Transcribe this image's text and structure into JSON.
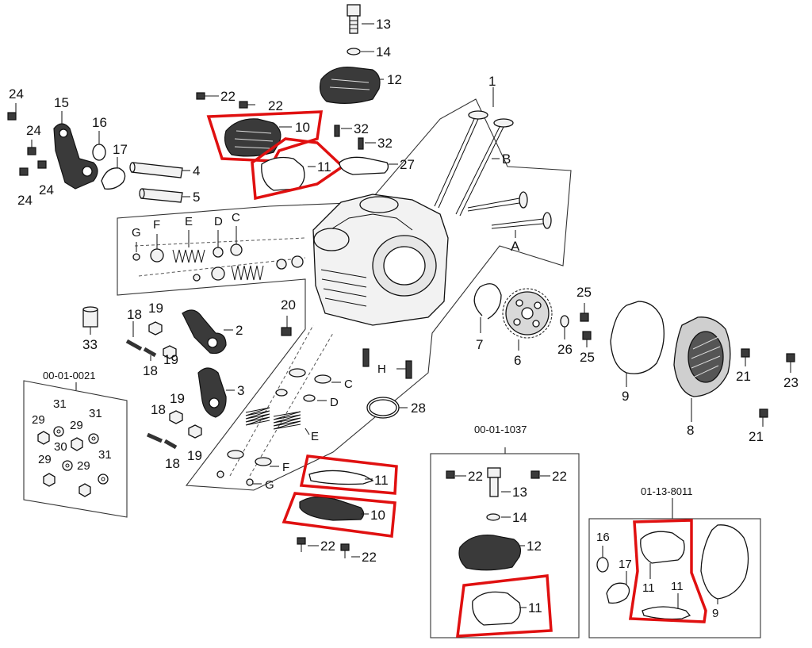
{
  "diagram": {
    "type": "exploded-parts-diagram",
    "highlight_color": "#e01010",
    "callouts": {
      "p1": "1",
      "p2": "2",
      "p3": "3",
      "p4": "4",
      "p5": "5",
      "p6": "6",
      "p7": "7",
      "p8": "8",
      "p9": "9",
      "p10": "10",
      "p11": "11",
      "p12": "12",
      "p13": "13",
      "p14": "14",
      "p15": "15",
      "p16": "16",
      "p17": "17",
      "p18": "18",
      "p19": "19",
      "p20": "20",
      "p21": "21",
      "p22": "22",
      "p23": "23",
      "p24": "24",
      "p25": "25",
      "p26": "26",
      "p27": "27",
      "p28": "28",
      "p29": "29",
      "p30": "30",
      "p31": "31",
      "p32": "32",
      "p33": "33",
      "A": "A",
      "B": "B",
      "C": "C",
      "D": "D",
      "E": "E",
      "F": "F",
      "G": "G",
      "H": "H"
    },
    "kits": {
      "kit_nuts": "00-01-0021",
      "kit_cover": "00-01-1037",
      "kit_gaskets": "01-13-8011"
    }
  }
}
